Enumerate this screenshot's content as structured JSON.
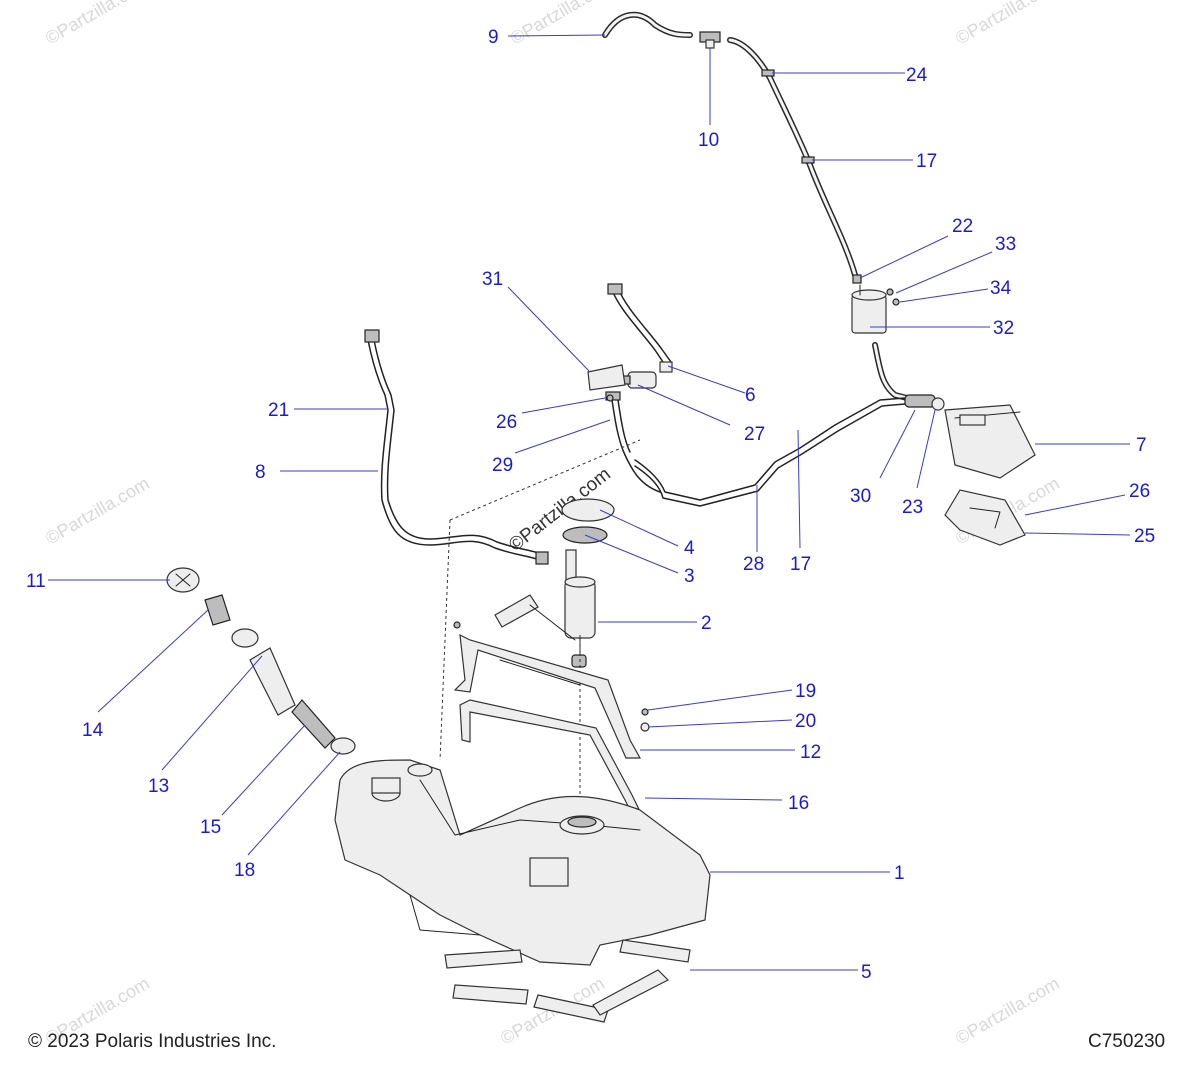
{
  "diagram": {
    "callouts": [
      "1",
      "2",
      "3",
      "4",
      "5",
      "6",
      "7",
      "8",
      "9",
      "10",
      "11",
      "12",
      "13",
      "14",
      "15",
      "16",
      "17",
      "17",
      "18",
      "19",
      "20",
      "21",
      "22",
      "23",
      "24",
      "25",
      "26",
      "26",
      "27",
      "28",
      "29",
      "30",
      "31",
      "32",
      "33",
      "34"
    ],
    "watermark": "©Partzilla.com",
    "colors": {
      "callout": "#1a1ad6",
      "line": "#222222",
      "part_fill": "#eeeeee"
    }
  },
  "footer": {
    "copyright": "© 2023 Polaris Industries Inc.",
    "figure_code": "C750230"
  }
}
